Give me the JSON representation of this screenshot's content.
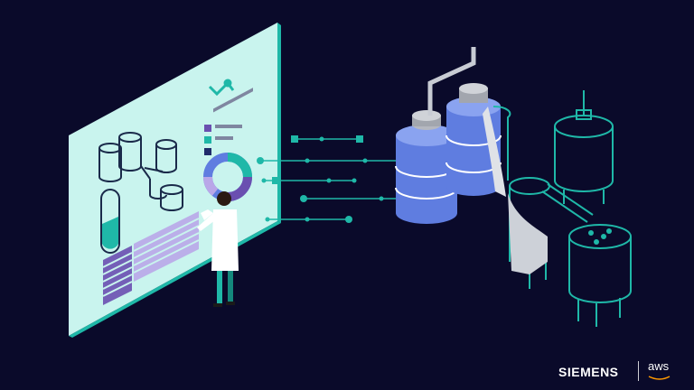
{
  "logos": {
    "siemens": "SIEMENS",
    "aws": "aws"
  },
  "colors": {
    "background": "#0a0a2a",
    "screen": "#c9f4ee",
    "teal": "#1fb8a8",
    "purple": "#6a4fb0",
    "tank_blue": "#5f7de0",
    "outline": "#1fb8a8"
  },
  "icons": [
    "robot-arm-icon",
    "donut-chart-icon",
    "scientist-figure",
    "tank-icon",
    "connector-line-icon"
  ]
}
